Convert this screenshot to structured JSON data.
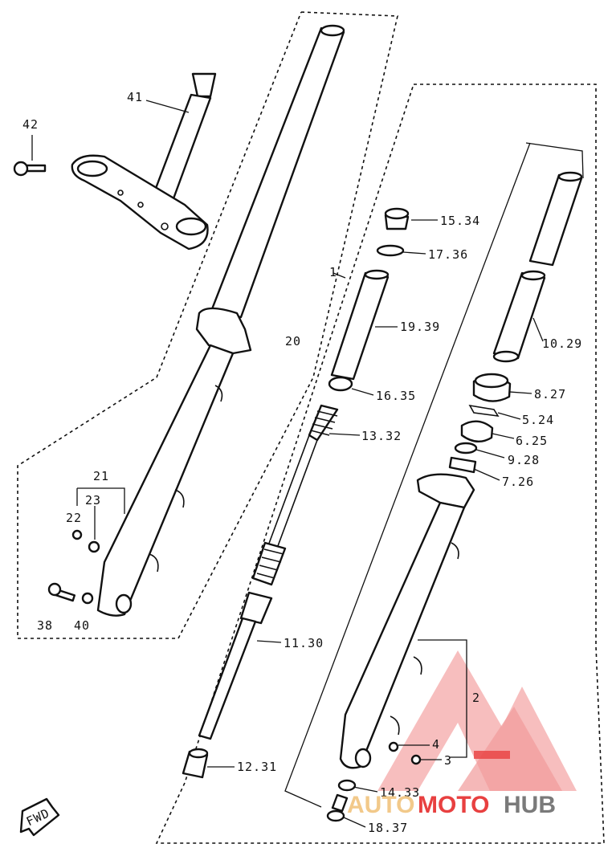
{
  "diagram": {
    "labels": {
      "l42": "42",
      "l41": "41",
      "l20": "20",
      "l1": "1",
      "l15_34": "15.34",
      "l17_36": "17.36",
      "l19_39": "19.39",
      "l16_35": "16.35",
      "l13_32": "13.32",
      "l11_30": "11.30",
      "l12_31": "12.31",
      "l10_29": "10.29",
      "l8_27": "8.27",
      "l5_24": "5.24",
      "l6_25": "6.25",
      "l9_28": "9.28",
      "l7_26": "7.26",
      "l2": "2",
      "l4": "4",
      "l3": "3",
      "l14_33": "14.33",
      "l18_37": "18.37",
      "l21": "21",
      "l23": "23",
      "l22": "22",
      "l38": "38",
      "l40": "40"
    },
    "fwd_label": "FWD",
    "watermark": {
      "part1": "AUTO",
      "part2": "MOTO",
      "part3": "HUB"
    },
    "colors": {
      "line": "#111111",
      "wm_pink": "#f4a3a3",
      "wm_red": "#e84040",
      "wm_gold": "#f2c98a",
      "wm_gray": "#7a7a7a"
    }
  }
}
